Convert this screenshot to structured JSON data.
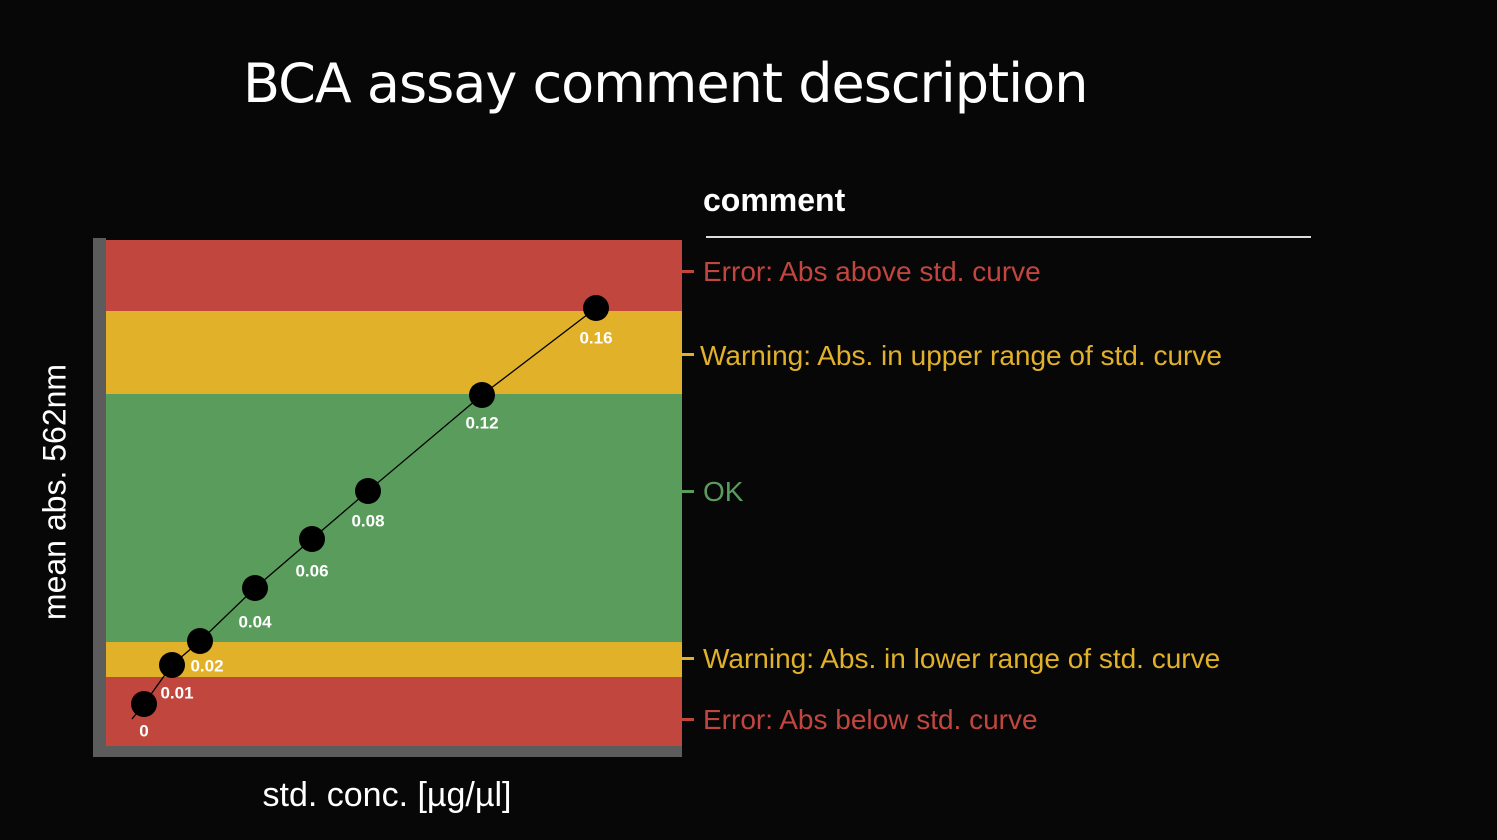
{
  "title": "BCA assay comment description",
  "comment_header": "comment",
  "x_axis_label": "std. conc. [µg/µl]",
  "y_axis_label": "mean abs. 562nm",
  "colors": {
    "error": "#c0463e",
    "warning": "#e1b12a",
    "ok": "#5a9c5c",
    "axis": "#5c5c5c"
  },
  "comments": [
    {
      "label": "Error: Abs above std. curve",
      "level": "error"
    },
    {
      "label": "Warning: Abs. in upper range of std. curve",
      "level": "warning"
    },
    {
      "label": "OK",
      "level": "ok"
    },
    {
      "label": "Warning: Abs. in lower range of std. curve",
      "level": "warning"
    },
    {
      "label": "Error: Abs below std. curve",
      "level": "error"
    }
  ],
  "standards": [
    "0",
    "0.01",
    "0.02",
    "0.04",
    "0.06",
    "0.08",
    "0.12",
    "0.16"
  ]
}
